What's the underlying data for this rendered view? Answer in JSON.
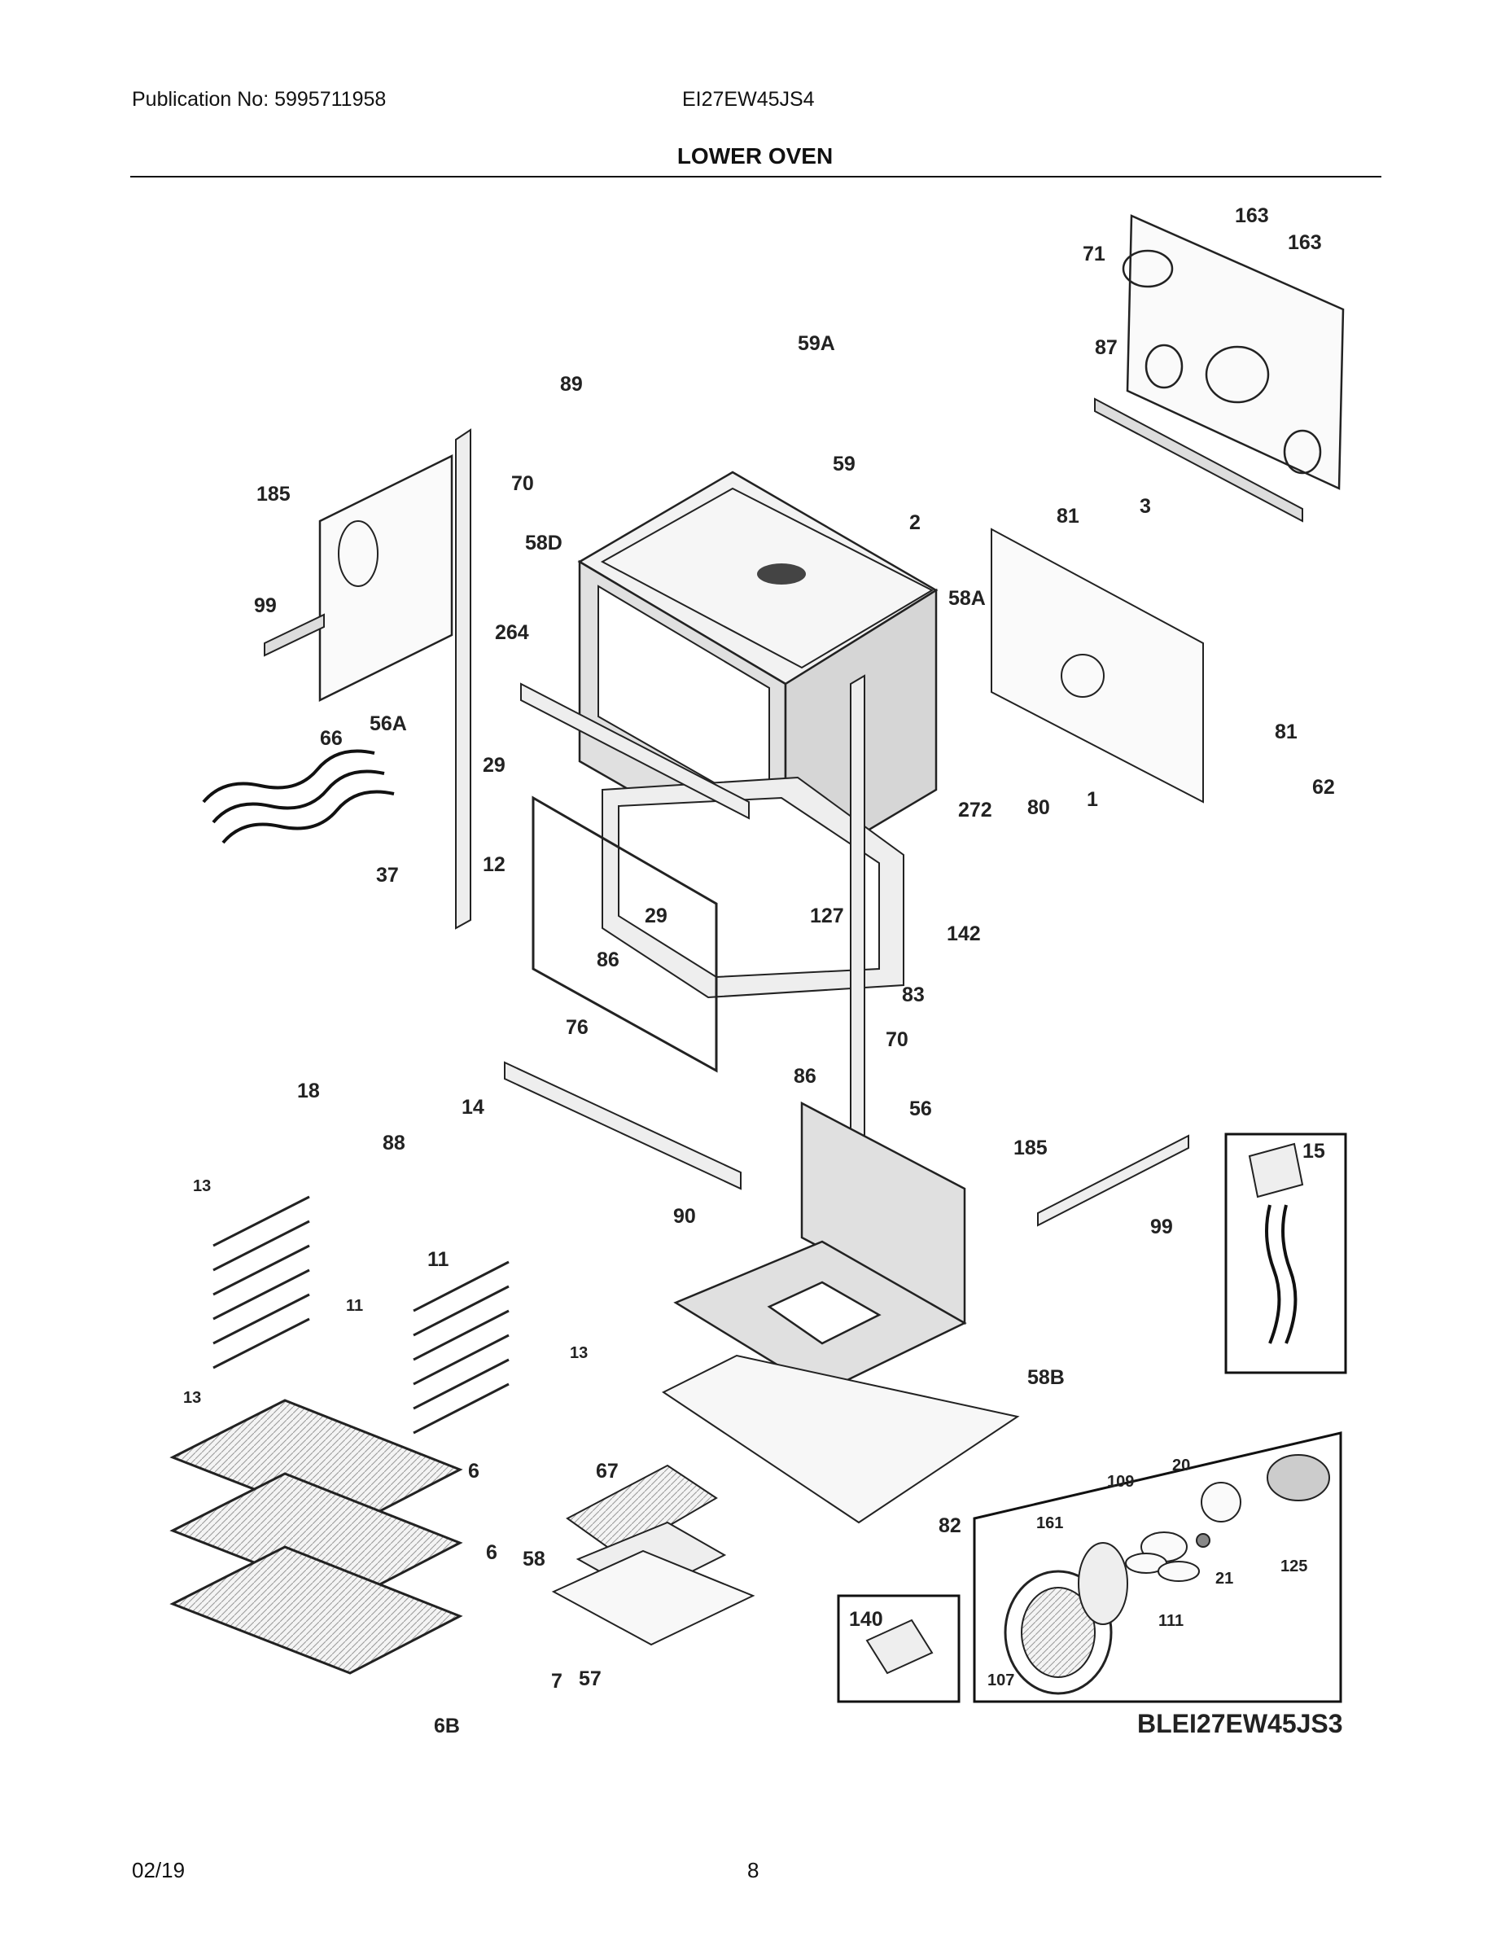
{
  "header": {
    "publication": "Publication No: 5995711958",
    "model": "EI27EW45JS4",
    "title": "LOWER OVEN"
  },
  "diagram": {
    "part_labels": [
      "163",
      "163",
      "71",
      "87",
      "59A",
      "89",
      "59",
      "185",
      "70",
      "2",
      "58D",
      "81",
      "3",
      "58A",
      "99",
      "264",
      "81",
      "56A",
      "66",
      "29",
      "62",
      "272",
      "80",
      "1",
      "12",
      "37",
      "29",
      "127",
      "142",
      "86",
      "83",
      "70",
      "76",
      "86",
      "18",
      "14",
      "56",
      "185",
      "88",
      "15",
      "90",
      "99",
      "13",
      "11",
      "11",
      "13",
      "13",
      "58B",
      "6",
      "67",
      "109",
      "20",
      "161",
      "82",
      "6",
      "58",
      "125",
      "21",
      "111",
      "140",
      "7",
      "57",
      "107",
      "6B"
    ],
    "diagram_code": "BLEI27EW45JS3"
  },
  "footer": {
    "date": "02/19",
    "page": "8"
  }
}
